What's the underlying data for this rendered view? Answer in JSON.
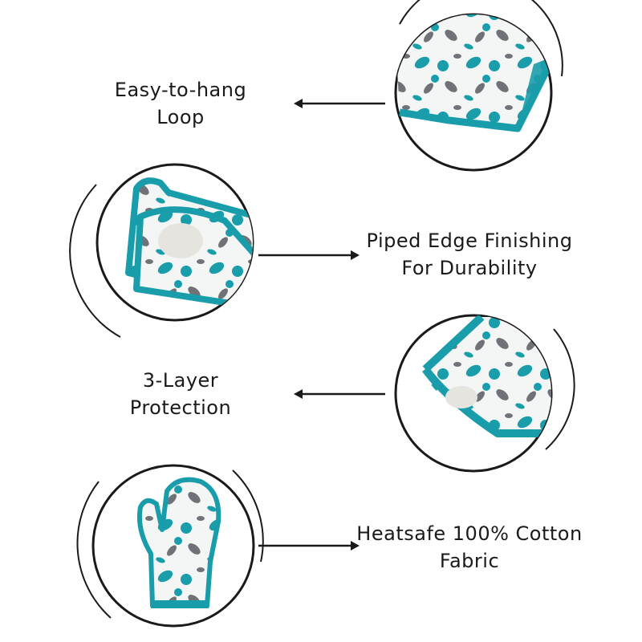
{
  "colors": {
    "teal": "#1a9dab",
    "teal_dark": "#0f7f8c",
    "grey_leaf": "#6f7378",
    "fabric": "#f4f6f6",
    "ink": "#1a1a1a"
  },
  "features": [
    {
      "line1": "Easy-to-hang",
      "line2": "Loop",
      "image": "hanging-loop-closeup"
    },
    {
      "line1": "Piped Edge Finishing",
      "line2": "For Durability",
      "image": "piped-edge-mitt-closeup"
    },
    {
      "line1": "3-Layer",
      "line2": "Protection",
      "image": "layered-pot-holder-closeup"
    },
    {
      "line1": "Heatsafe 100% Cotton",
      "line2": "Fabric",
      "image": "cotton-oven-mitt"
    }
  ]
}
